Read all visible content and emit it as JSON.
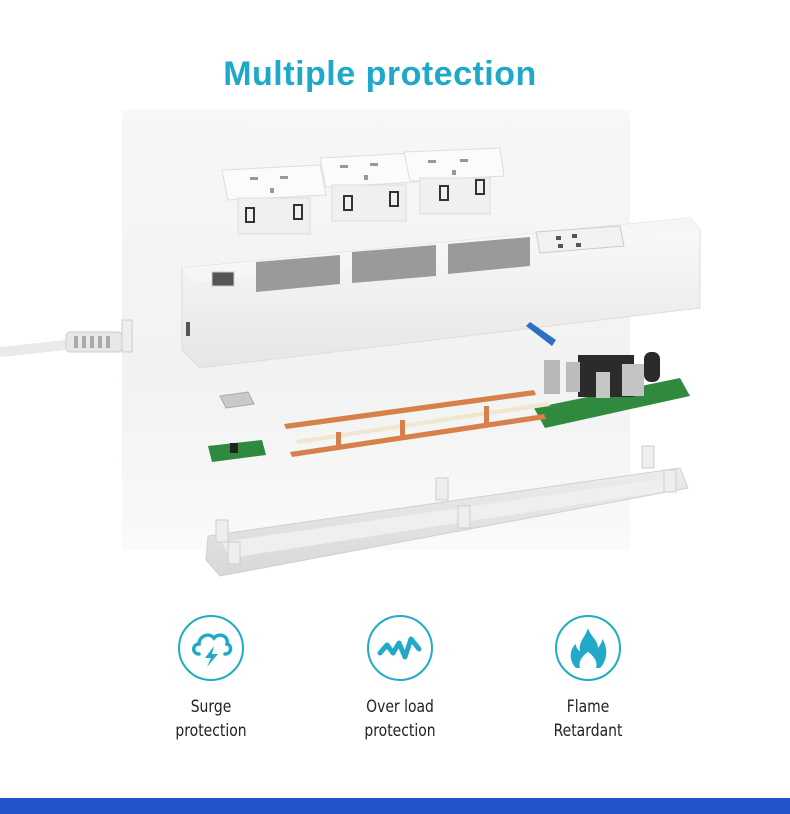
{
  "title": "Multiple protection",
  "colors": {
    "accent": "#1fa8c9",
    "icon_stroke": "#23a9c8",
    "bottom_bar": "#2553cc",
    "pcb_green": "#2f8a3e",
    "copper": "#d8804a"
  },
  "illustration": {
    "subject": "exploded-power-strip",
    "parts": [
      "uk-socket-modules",
      "power-strip-housing",
      "usb-ports",
      "power-cord",
      "switch-button",
      "copper-busbars",
      "pcb-board",
      "switch-pcb",
      "bottom-cover"
    ],
    "socket_count": 3
  },
  "features": [
    {
      "icon": "storm-cloud-lightning-icon",
      "line1": "Surge",
      "line2": "protection"
    },
    {
      "icon": "zigzag-wave-icon",
      "line1": "Over load",
      "line2": "protection"
    },
    {
      "icon": "flame-icon",
      "line1": "Flame",
      "line2": "Retardant"
    }
  ]
}
